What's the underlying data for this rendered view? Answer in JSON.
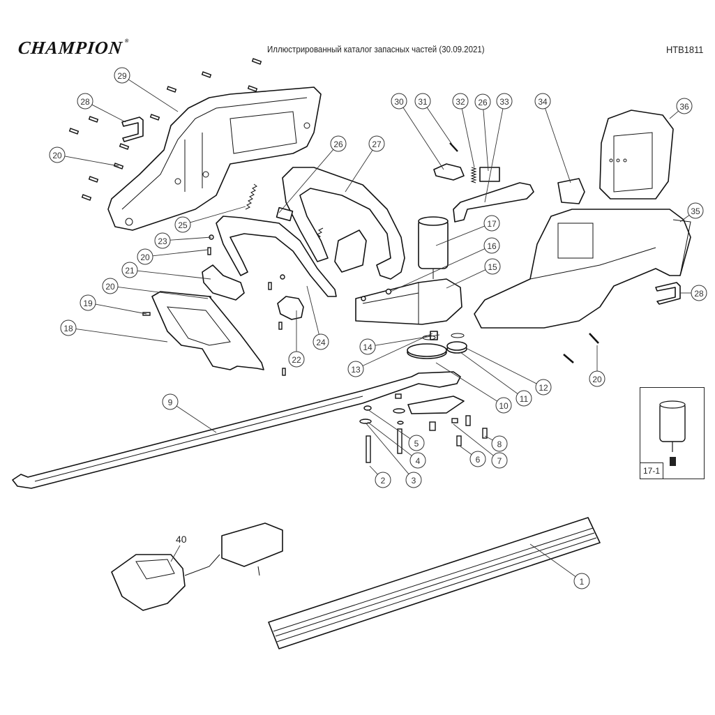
{
  "header": {
    "brand": "CHAMPION",
    "brand_mark": "®",
    "title": "Иллюстрированный каталог запасных частей (30.09.2021)",
    "model": "HTB1811"
  },
  "inset": {
    "label": "17-1",
    "icon": "motor-with-gear-icon"
  },
  "callouts": [
    {
      "id": "c1",
      "num": "1",
      "part": "blade-cover"
    },
    {
      "id": "c2",
      "num": "2",
      "part": "screw-long"
    },
    {
      "id": "c3",
      "num": "3",
      "part": "washer-small"
    },
    {
      "id": "c4",
      "num": "4",
      "part": "washer-flat"
    },
    {
      "id": "c5",
      "num": "5",
      "part": "spacer-bushing"
    },
    {
      "id": "c6",
      "num": "6",
      "part": "screw"
    },
    {
      "id": "c7",
      "num": "7",
      "part": "nut"
    },
    {
      "id": "c8",
      "num": "8",
      "part": "screw"
    },
    {
      "id": "c9",
      "num": "9",
      "part": "blade-assembly"
    },
    {
      "id": "c10",
      "num": "10",
      "part": "main-gear"
    },
    {
      "id": "c11",
      "num": "11",
      "part": "intermediate-gear"
    },
    {
      "id": "c12",
      "num": "12",
      "part": "washer"
    },
    {
      "id": "c13",
      "num": "13",
      "part": "washer"
    },
    {
      "id": "c14",
      "num": "14",
      "part": "pinion"
    },
    {
      "id": "c15",
      "num": "15",
      "part": "gearbox-housing"
    },
    {
      "id": "c16",
      "num": "16",
      "part": "nut"
    },
    {
      "id": "c17",
      "num": "17",
      "part": "motor"
    },
    {
      "id": "c18",
      "num": "18",
      "part": "hand-guard"
    },
    {
      "id": "c19",
      "num": "19",
      "part": "screw"
    },
    {
      "id": "c20a",
      "num": "20",
      "part": "screw"
    },
    {
      "id": "c20b",
      "num": "20",
      "part": "screw"
    },
    {
      "id": "c20c",
      "num": "20",
      "part": "screw"
    },
    {
      "id": "c20d",
      "num": "20",
      "part": "screw"
    },
    {
      "id": "c21",
      "num": "21",
      "part": "handle-clamp-left"
    },
    {
      "id": "c22",
      "num": "22",
      "part": "handle-clamp-right"
    },
    {
      "id": "c23",
      "num": "23",
      "part": "nut"
    },
    {
      "id": "c24",
      "num": "24",
      "part": "front-handle"
    },
    {
      "id": "c25",
      "num": "25",
      "part": "spring"
    },
    {
      "id": "c26a",
      "num": "26",
      "part": "micro-switch"
    },
    {
      "id": "c26b",
      "num": "26",
      "part": "micro-switch"
    },
    {
      "id": "c27",
      "num": "27",
      "part": "rear-handle-cover"
    },
    {
      "id": "c28a",
      "num": "28",
      "part": "bracket"
    },
    {
      "id": "c28b",
      "num": "28",
      "part": "bracket"
    },
    {
      "id": "c29",
      "num": "29",
      "part": "housing-left"
    },
    {
      "id": "c30",
      "num": "30",
      "part": "lock-button"
    },
    {
      "id": "c31",
      "num": "31",
      "part": "pin"
    },
    {
      "id": "c32",
      "num": "32",
      "part": "spring"
    },
    {
      "id": "c33",
      "num": "33",
      "part": "trigger-lever"
    },
    {
      "id": "c34",
      "num": "34",
      "part": "terminal-block"
    },
    {
      "id": "c35",
      "num": "35",
      "part": "battery-mount"
    },
    {
      "id": "c36",
      "num": "36",
      "part": "battery-pack"
    }
  ],
  "charger_label": "40"
}
